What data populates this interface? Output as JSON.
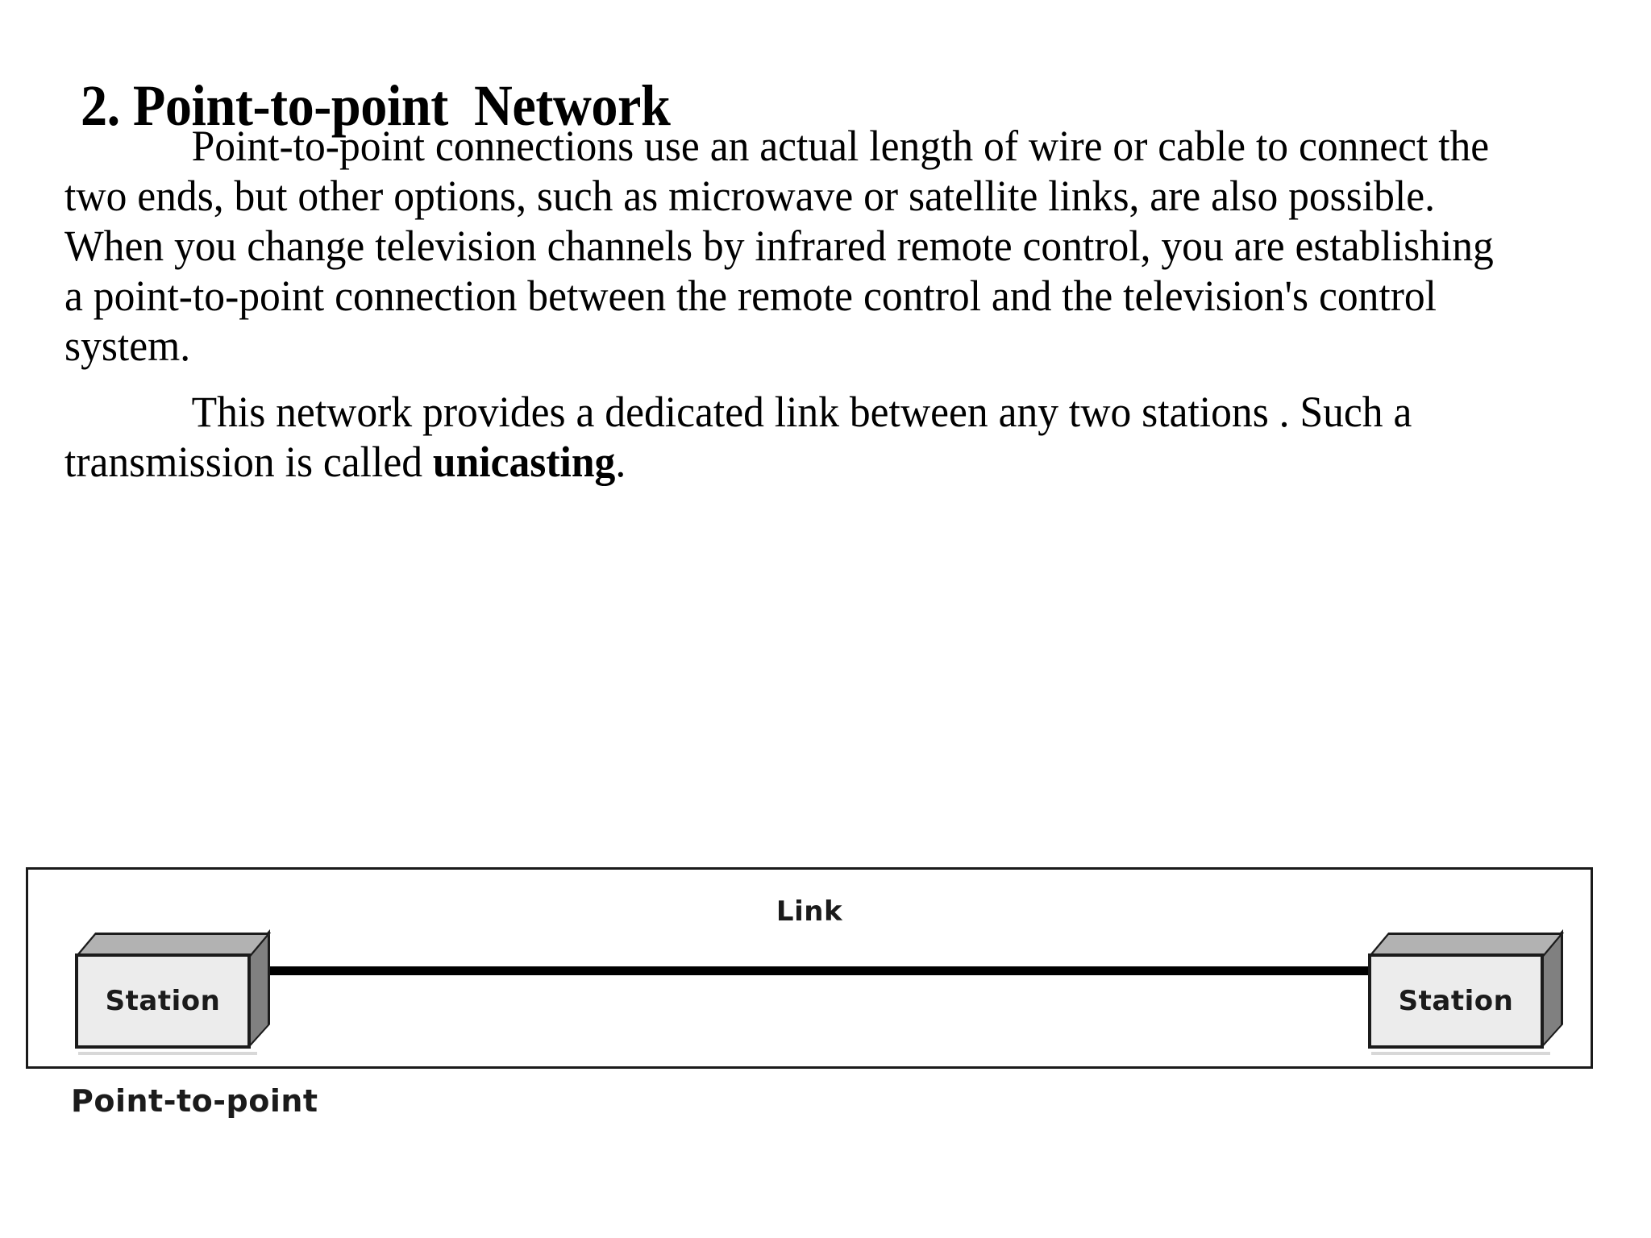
{
  "slide": {
    "title_number": "2.",
    "title_main": "Point-to-point",
    "title_suffix": "Network",
    "title_full": "2. Point-to-point  Network"
  },
  "paragraphs": [
    {
      "id": "paragraph-definition",
      "text": "Point-to-point connections use an actual length of wire or cable to connect the two ends, but other options, such as microwave or satellite links, are also possible. When you change television channels by infrared remote control, you are establishing a point-to-point connection between the remote control and the television's control system."
    },
    {
      "id": "paragraph-unicasting",
      "lead": "This network provides a dedicated link between any two stations . Such a transmission is called ",
      "emphasis": "unicasting",
      "trail": "."
    }
  ],
  "diagram": {
    "caption": "Point-to-point",
    "link_label": "Link",
    "stations": [
      {
        "label": "Station",
        "position": "left"
      },
      {
        "label": "Station",
        "position": "right"
      }
    ],
    "colors": {
      "box_front": "#ececec",
      "box_top": "#b2b2b2",
      "box_side": "#808080",
      "outline": "#1b1b1b",
      "wire": "#000000",
      "frame": "#1a1a1a",
      "background": "#ffffff"
    }
  }
}
